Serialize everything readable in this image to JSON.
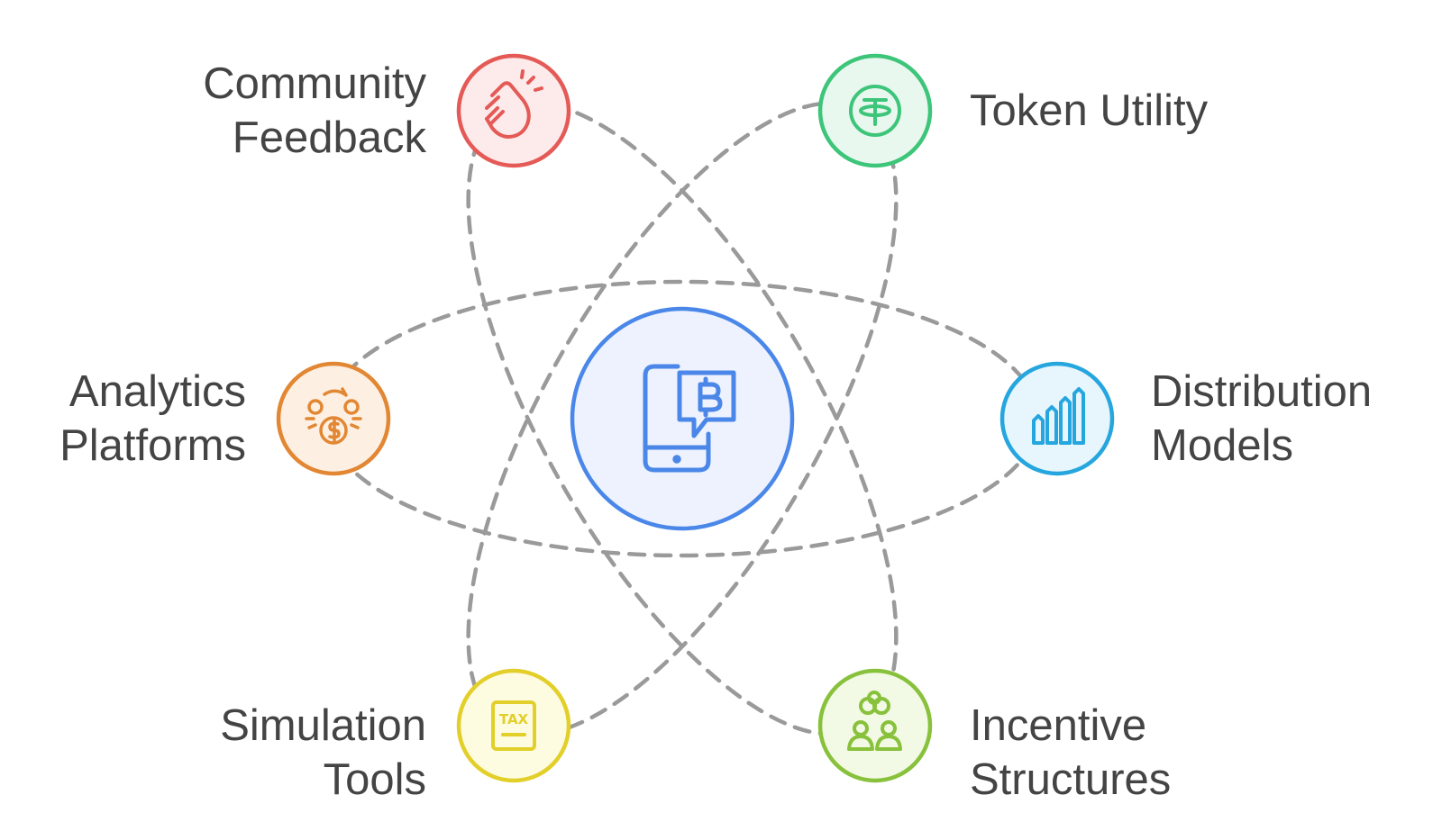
{
  "center": {
    "icon": "mobile-bitcoin-icon",
    "fill": "#edf2fe",
    "stroke": "#4a87e8"
  },
  "nodes": [
    {
      "id": "community-feedback",
      "label": "Community\nFeedback",
      "icon": "clapping-hands-icon",
      "fill": "#fdeaea",
      "stroke": "#e45a57"
    },
    {
      "id": "token-utility",
      "label": "Token Utility",
      "icon": "tether-coin-icon",
      "fill": "#e9f8ef",
      "stroke": "#3dc57a"
    },
    {
      "id": "analytics-platforms",
      "label": "Analytics\nPlatforms",
      "icon": "money-exchange-icon",
      "fill": "#fdf0e3",
      "stroke": "#e28733"
    },
    {
      "id": "distribution-models",
      "label": "Distribution\nModels",
      "icon": "bar-chart-icon",
      "fill": "#e7f5fc",
      "stroke": "#26a6df"
    },
    {
      "id": "simulation-tools",
      "label": "Simulation\nTools",
      "icon": "tax-document-icon",
      "fill": "#fdfbe0",
      "stroke": "#e3cf2a"
    },
    {
      "id": "incentive-structures",
      "label": "Incentive\nStructures",
      "icon": "people-coins-icon",
      "fill": "#f2f9e4",
      "stroke": "#88c13b"
    }
  ]
}
